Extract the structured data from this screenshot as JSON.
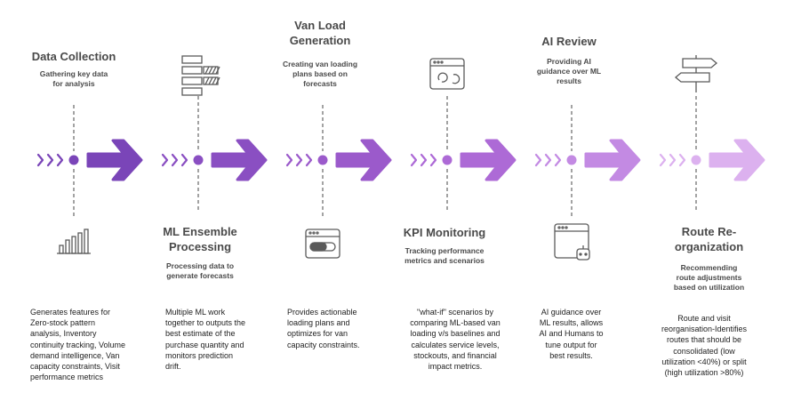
{
  "colors": {
    "stage1": "#7a45b8",
    "stage2": "#8a4fc2",
    "stage3": "#9b5acb",
    "stage4": "#ad6ad6",
    "stage5": "#c38ae3",
    "stage6": "#dcb1ef",
    "icon_stroke": "#5a5a5a",
    "dash": "#666666"
  },
  "stages": [
    {
      "title": "Data Collection",
      "subtitle_lines": [
        "Gathering key data",
        "for analysis"
      ],
      "icon": "bar-chart-icon",
      "description_lines": [
        "Generates features for",
        "Zero-stock pattern",
        "analysis, Inventory",
        "continuity tracking, Volume",
        "demand intelligence, Van",
        "capacity constraints, Visit",
        "performance metrics"
      ]
    },
    {
      "title_lines": [
        "ML Ensemble",
        "Processing"
      ],
      "subtitle_lines": [
        "Processing data to",
        "generate forecasts"
      ],
      "icon": "data-stack-icon",
      "description_lines": [
        "Multiple ML work",
        "together to outputs the",
        "best estimate of the",
        "purchase quantity  and",
        "monitors prediction",
        "drift."
      ]
    },
    {
      "title_lines": [
        "Van Load",
        "Generation"
      ],
      "subtitle_lines": [
        "Creating van loading",
        "plans based on",
        "forecasts"
      ],
      "icon": "loading-window-icon",
      "description_lines": [
        "Provides actionable",
        "loading plans and",
        "optimizes for van",
        "capacity constraints."
      ]
    },
    {
      "title": "KPI Monitoring",
      "subtitle_lines": [
        "Tracking performance",
        "metrics and scenarios"
      ],
      "icon": "dashboard-window-icon",
      "description_lines": [
        "\"what-if\" scenarios by",
        "comparing ML-based van",
        "loading v/s baselines and",
        "calculates service levels,",
        "stockouts, and financial",
        "impact metrics."
      ]
    },
    {
      "title": "AI Review",
      "subtitle_lines": [
        "Providing AI",
        "guidance over ML",
        "results"
      ],
      "icon": "bot-window-icon",
      "description_lines": [
        "AI guidance over",
        "ML results, allows",
        "AI and Humans to",
        "tune output for",
        "best results."
      ]
    },
    {
      "title_lines": [
        "Route Re-",
        "organization"
      ],
      "subtitle_lines": [
        "Recommending",
        "route adjustments",
        "based on utilization"
      ],
      "icon": "signpost-icon",
      "description_lines": [
        "Route and visit",
        "reorganisation-Identifies",
        "routes that should be",
        "consolidated (low",
        "utilization <40%) or split",
        "(high utilization >80%)"
      ]
    }
  ]
}
